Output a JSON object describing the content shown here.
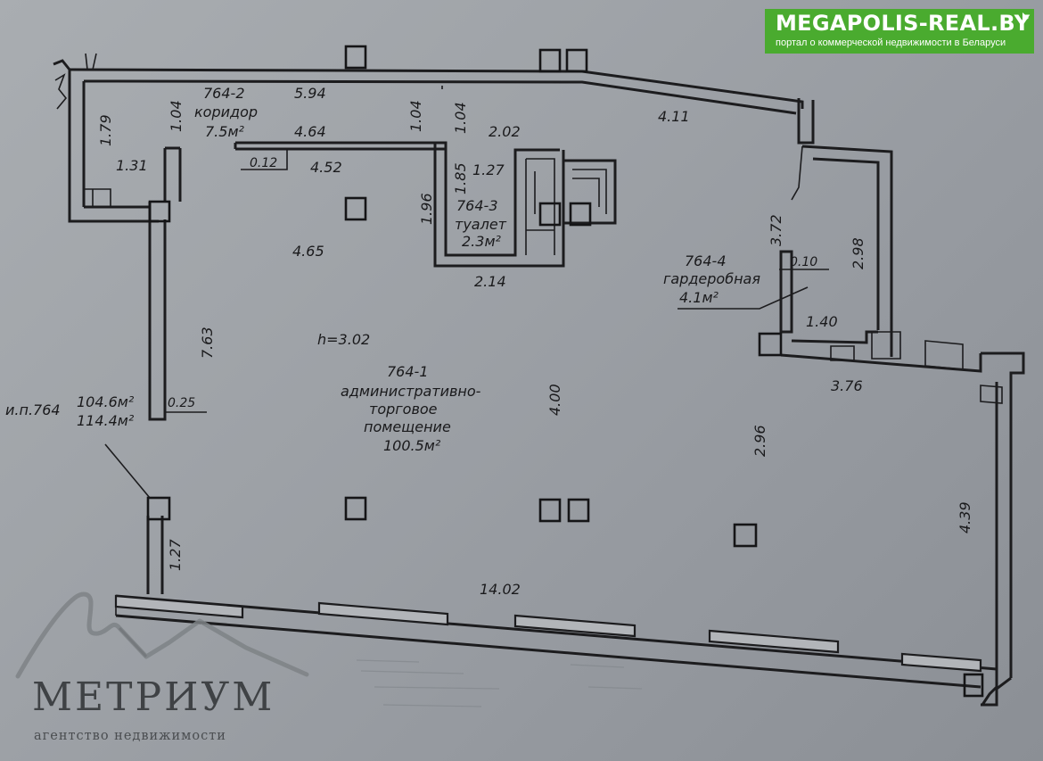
{
  "banner": {
    "title": "MEGAPOLIS-REAL.BY",
    "subtitle": "портал о коммерческой недвижимости в Беларуси",
    "color": "#4aab2f"
  },
  "logo": {
    "name": "МЕТРИУМ",
    "subtitle": "агентство недвижимости",
    "icon": "mountain-logo-icon"
  },
  "rooms": {
    "corridor": {
      "id": "764-2",
      "name": "коридор",
      "area": "7.5м²"
    },
    "toilet": {
      "id": "764-3",
      "name": "туалет",
      "area": "2.3м²"
    },
    "wardrobe": {
      "id": "764-4",
      "name": "гардеробная",
      "area": "4.1м²"
    },
    "main": {
      "id": "764-1",
      "name_line1": "административно-",
      "name_line2": "торговое",
      "name_line3": "помещение",
      "area": "100.5м²"
    }
  },
  "summary": {
    "label": "и.п.764",
    "area1": "104.6м²",
    "area2": "114.4м²"
  },
  "ceiling_height": "h=3.02",
  "dimensions": {
    "d594": "5.94",
    "d464": "4.64",
    "d104a": "1.04",
    "d104b": "1.04",
    "d104c": "1.04",
    "d179": "1.79",
    "d131": "1.31",
    "d012": "0.12",
    "d452": "4.52",
    "d202": "2.02",
    "d185": "1.85",
    "d127a": "1.27",
    "d196": "1.96",
    "d214": "2.14",
    "d465": "4.65",
    "d411": "4.11",
    "d372": "3.72",
    "d298": "2.98",
    "d010": "0.10",
    "d140": "1.40",
    "d376": "3.76",
    "d763": "7.63",
    "d025": "0.25",
    "d400": "4.00",
    "d296": "2.96",
    "d439": "4.39",
    "d127b": "1.27",
    "d1402": "14.02"
  }
}
